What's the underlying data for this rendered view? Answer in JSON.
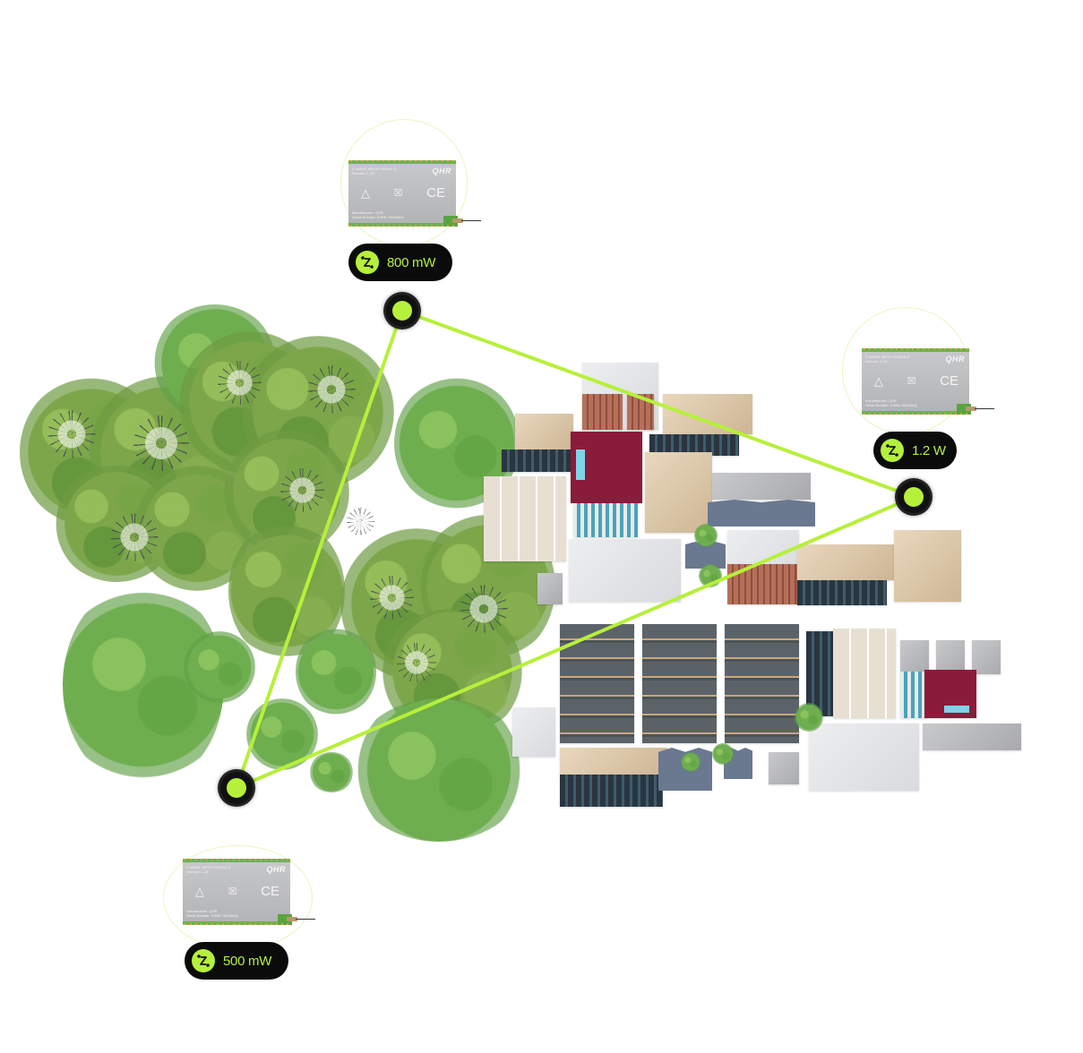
{
  "diagram": {
    "title": "Mesh network coverage over trees and buildings",
    "link_color": "#b6f03a",
    "node_color": "#111111",
    "badge_background": "#0b0b0b",
    "badge_accent": "#b6f03a"
  },
  "module": {
    "name": "F-WAVE MESH MODULE",
    "version": "Version 1.23",
    "brand": "QHR",
    "manufacturer": "Manufacturer:  QHR",
    "serial": "Serial Number:  X309L782X8WQ",
    "icons": [
      "mesh-network-icon",
      "weee-bin-icon",
      "ce-mark-icon"
    ],
    "ce_text": "CE"
  },
  "nodes": [
    {
      "id": "node-top",
      "label": "800 mW",
      "icon": "route-icon"
    },
    {
      "id": "node-right",
      "label": "1.2 W",
      "icon": "route-icon"
    },
    {
      "id": "node-bottom",
      "label": "500 mW",
      "icon": "route-icon"
    }
  ],
  "links": [
    {
      "from": "node-top",
      "to": "node-right"
    },
    {
      "from": "node-top",
      "to": "node-bottom"
    },
    {
      "from": "node-bottom",
      "to": "node-right"
    }
  ]
}
